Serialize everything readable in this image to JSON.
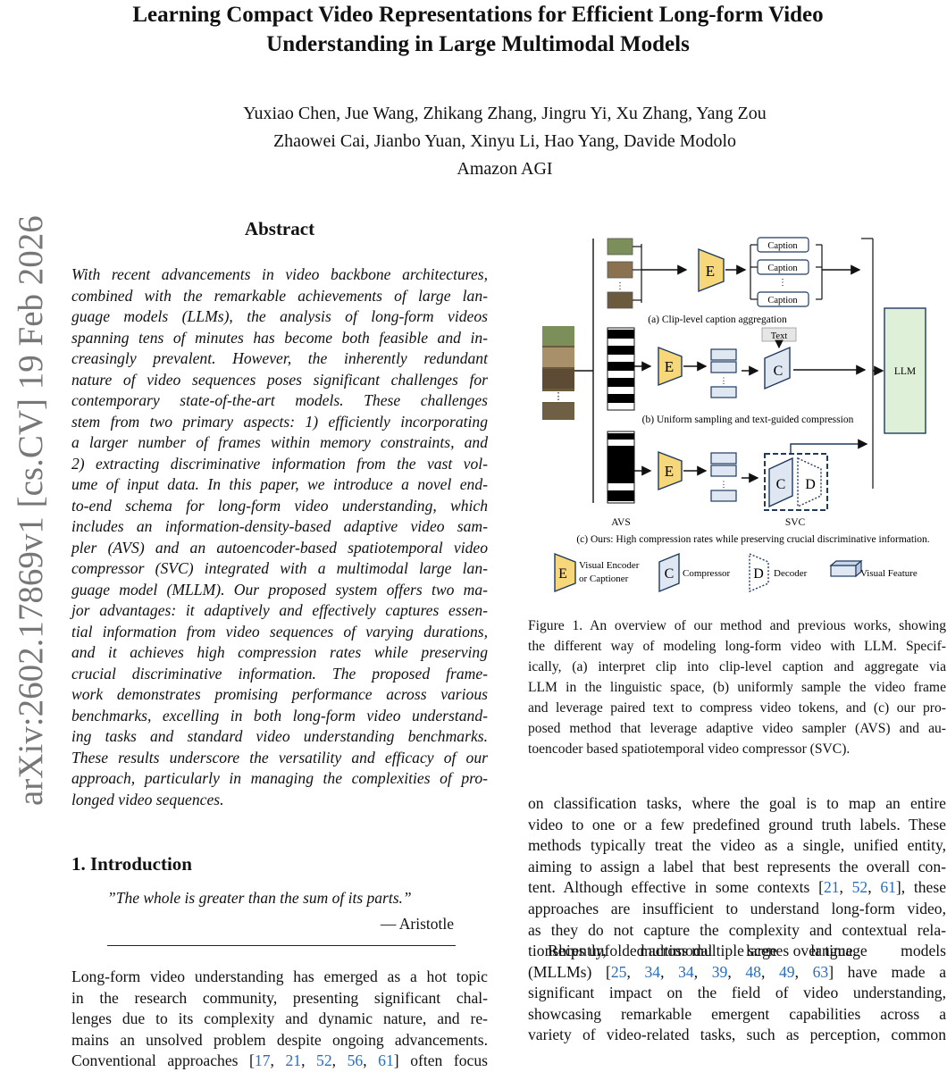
{
  "paper": {
    "title_lines": [
      "Learning Compact Video Representations for Efficient Long-form Video",
      "Understanding in Large Multimodal Models"
    ],
    "authors_lines": [
      "Yuxiao Chen, Jue Wang, Zhikang Zhang, Jingru Yi, Xu Zhang, Yang Zou",
      "Zhaowei Cai, Jianbo Yuan, Xinyu Li, Hao Yang, Davide Modolo",
      "Amazon AGI"
    ],
    "arxiv_id": "arXiv:2602.17869v1  [cs.CV]  19 Feb 2026"
  },
  "abstract": {
    "heading": "Abstract",
    "lines": [
      "With recent advancements in video backbone architectures,",
      "combined with the remarkable achievements of large lan-",
      "guage models (LLMs), the analysis of long-form videos",
      "spanning tens of minutes has become both feasible and in-",
      "creasingly prevalent.  However, the inherently redundant",
      "nature of video sequences poses significant challenges for",
      "contemporary state-of-the-art models.  These challenges",
      "stem from two primary aspects: 1) efficiently incorporating",
      "a larger number of frames within memory constraints, and",
      "2) extracting discriminative information from the vast vol-",
      "ume of input data. In this paper, we introduce a novel end-",
      "to-end schema for long-form video understanding, which",
      "includes an information-density-based adaptive video sam-",
      "pler (AVS) and an autoencoder-based spatiotemporal video",
      "compressor (SVC) integrated with a multimodal large lan-",
      "guage model (MLLM). Our proposed system offers two ma-",
      "jor advantages: it adaptively and effectively captures essen-",
      "tial information from video sequences of varying durations,",
      "and it achieves high compression rates while preserving",
      "crucial discriminative information.  The proposed frame-",
      "work demonstrates promising performance across various",
      "benchmarks, excelling in both long-form video understand-",
      "ing tasks and standard video understanding benchmarks.",
      "These results underscore the versatility and efficacy of our",
      "approach, particularly in managing the complexities of pro-",
      "longed video sequences."
    ]
  },
  "intro": {
    "heading": "1. Introduction",
    "quote": "”The whole is greater than the sum of its parts.”",
    "quote_author": "— Aristotle",
    "lines": [
      "Long-form video understanding has emerged as a hot topic",
      "in the research community, presenting significant chal-",
      "lenges due to its complexity and dynamic nature, and re-",
      "mains an unsolved problem despite ongoing advancements."
    ],
    "last_line_prefix": "Conventional approaches [",
    "last_line_cites": [
      "17",
      "21",
      "52",
      "56",
      "61"
    ],
    "last_line_suffix": "] often focus"
  },
  "figure": {
    "label_a": "(a) Clip-level caption aggregation",
    "label_b": "(b) Uniform sampling and text-guided compression",
    "label_c": "(c) Ours: High compression rates while preserving crucial discriminative information.",
    "caption_word": "Caption",
    "dots": "⋮",
    "text_box": "Text",
    "llm": "LLM",
    "encoder_letter": "E",
    "compressor_letter": "C",
    "decoder_letter": "D",
    "avs": "AVS",
    "svc": "SVC",
    "legend": {
      "encoder_line1": "Visual Encoder",
      "encoder_line2": "or Captioner",
      "compressor": "Compressor",
      "decoder": "Decoder",
      "feature": "Visual Feature"
    },
    "colors": {
      "encoder": "#f6d77a",
      "compressor": "#dfe7f3",
      "llm": "#dff0d8",
      "outline": "#1f3a5f"
    }
  },
  "caption": {
    "lines": [
      "Figure 1. An overview of our method and previous works, showing",
      "the different way of modeling long-form video with LLM. Specif-",
      "ically, (a) interpret clip into clip-level caption and aggregate via",
      "LLM in the linguistic space, (b) uniformly sample the video frame",
      "and leverage paired text to compress video tokens, and (c) our pro-",
      "posed method that leverage adaptive video sampler (AVS) and au-",
      "toencoder based spatiotemporal video compressor (SVC)."
    ]
  },
  "right_col": {
    "p1_lines": [
      "on classification tasks, where the goal is to map an entire",
      "video to one or a few predefined ground truth labels. These",
      "methods typically treat the video as a single, unified entity,",
      "aiming to assign a label that best represents the overall con-"
    ],
    "p1_cite_prefix": "tent. Although effective in some contexts [",
    "p1_cites": [
      "21",
      "52",
      "61"
    ],
    "p1_cite_suffix": "], these",
    "p1_tail_lines": [
      "approaches are insufficient to understand long-form video,",
      "as they do not capture the complexity and contextual rela-",
      "tionships unfolded across multiple scenes over time."
    ],
    "p2_line1": "Recently,   multimodal   large   language   models",
    "p2_line2_prefix": "(MLLMs) [",
    "p2_line2_cites": [
      "25",
      "34",
      "34",
      "39",
      "48",
      "49",
      "63"
    ],
    "p2_line2_suffix": "] have made a",
    "p2_lines": [
      "significant impact on the field of video understanding,",
      "showcasing remarkable emergent capabilities across a",
      "variety of video-related tasks, such as perception, common"
    ]
  }
}
